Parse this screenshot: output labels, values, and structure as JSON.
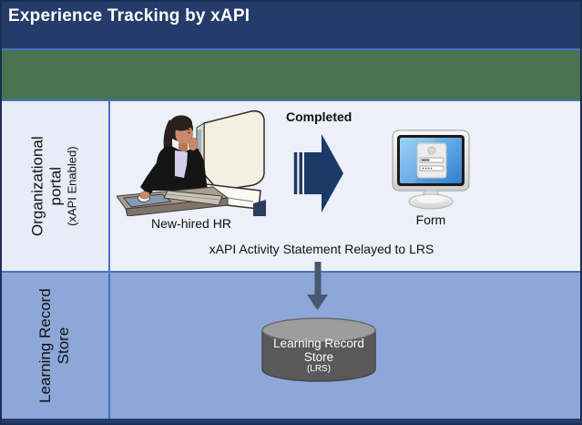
{
  "title": "Experience Tracking by xAPI",
  "colors": {
    "header_bg": "#253c6a",
    "band_green": "#4a7350",
    "portal_sidebar_bg": "#e7ecf7",
    "portal_content_bg": "#edf0f8",
    "lrs_bg": "#8da7d9",
    "border_blue": "#4472c4",
    "outer_border": "#1b2f55",
    "arrow_navy": "#1d3a67",
    "relay_arrow_gray": "#485870",
    "cylinder_body": "#595959",
    "cylinder_top": "#9d9d9d",
    "text_dark": "#111111"
  },
  "portal_row": {
    "sidebar": {
      "title_lines": [
        "Organizational",
        "portal"
      ],
      "subtitle": "(xAPI Enabled)"
    },
    "actor_caption": "New-hired HR",
    "arrow_label": "Completed",
    "form_caption": "Form",
    "relay_text": "xAPI Activity Statement Relayed to LRS"
  },
  "lrs_row": {
    "sidebar": {
      "title_lines": [
        "Learning Record",
        "Store"
      ]
    },
    "cylinder": {
      "line1": "Learning Record",
      "line2": "Store",
      "line3": "(LRS)"
    }
  },
  "icons": {
    "actor": "person-at-computer",
    "form": "monitor-login-form",
    "completed": "striped-right-arrow",
    "relay": "down-arrow",
    "store": "database-cylinder"
  }
}
